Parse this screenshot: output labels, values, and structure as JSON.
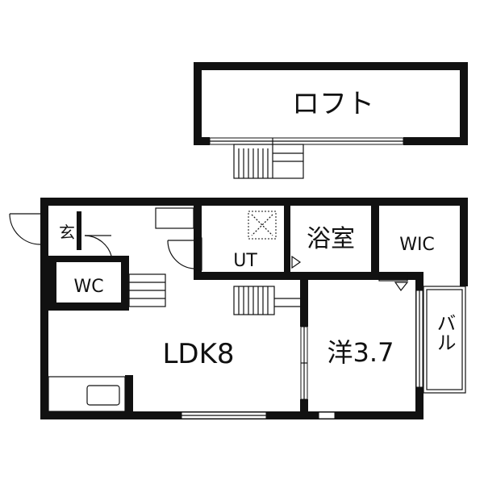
{
  "floor_plan": {
    "rooms": {
      "loft": "ロフト",
      "entrance": "玄",
      "wc": "WC",
      "ldk": "LDK8",
      "ut": "UT",
      "bath": "浴室",
      "wic": "WIC",
      "western_room": "洋3.7",
      "balcony": "バル"
    }
  }
}
